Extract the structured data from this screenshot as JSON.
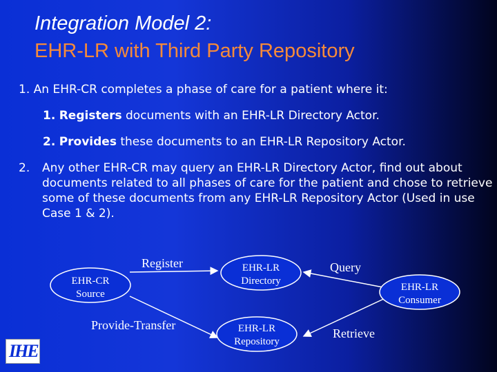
{
  "title": {
    "line1": "Integration Model 2:",
    "line2": "EHR-LR with Third Party Repository"
  },
  "bullets": {
    "b1_num": "1.",
    "b1_text": "An EHR-CR completes a phase of care for a patient where it:",
    "b1a_num": "1.",
    "b1a_bold": "Registers",
    "b1a_text": " documents with an EHR-LR Directory Actor.",
    "b1b_num": "2.",
    "b1b_bold": "Provides",
    "b1b_text": " these documents to an EHR-LR Repository Actor.",
    "b2_num": "2.",
    "b2_text": "Any other EHR-CR may query an EHR-LR Directory Actor, find out about documents related to all phases of care for the patient and chose to retrieve some of these documents from any EHR-LR Repository Actor (Used in use Case 1 & 2)."
  },
  "diagram": {
    "source_l1": "EHR-CR",
    "source_l2": "Source",
    "directory_l1": "EHR-LR",
    "directory_l2": "Directory",
    "repository_l1": "EHR-LR",
    "repository_l2": "Repository",
    "consumer_l1": "EHR-LR",
    "consumer_l2": "Consumer",
    "register": "Register",
    "provide": "Provide-Transfer",
    "query": "Query",
    "retrieve": "Retrieve"
  },
  "logo_text": "IHE",
  "colors": {
    "title_accent": "#f58a3a",
    "node_fill": "#0a2fd6"
  }
}
